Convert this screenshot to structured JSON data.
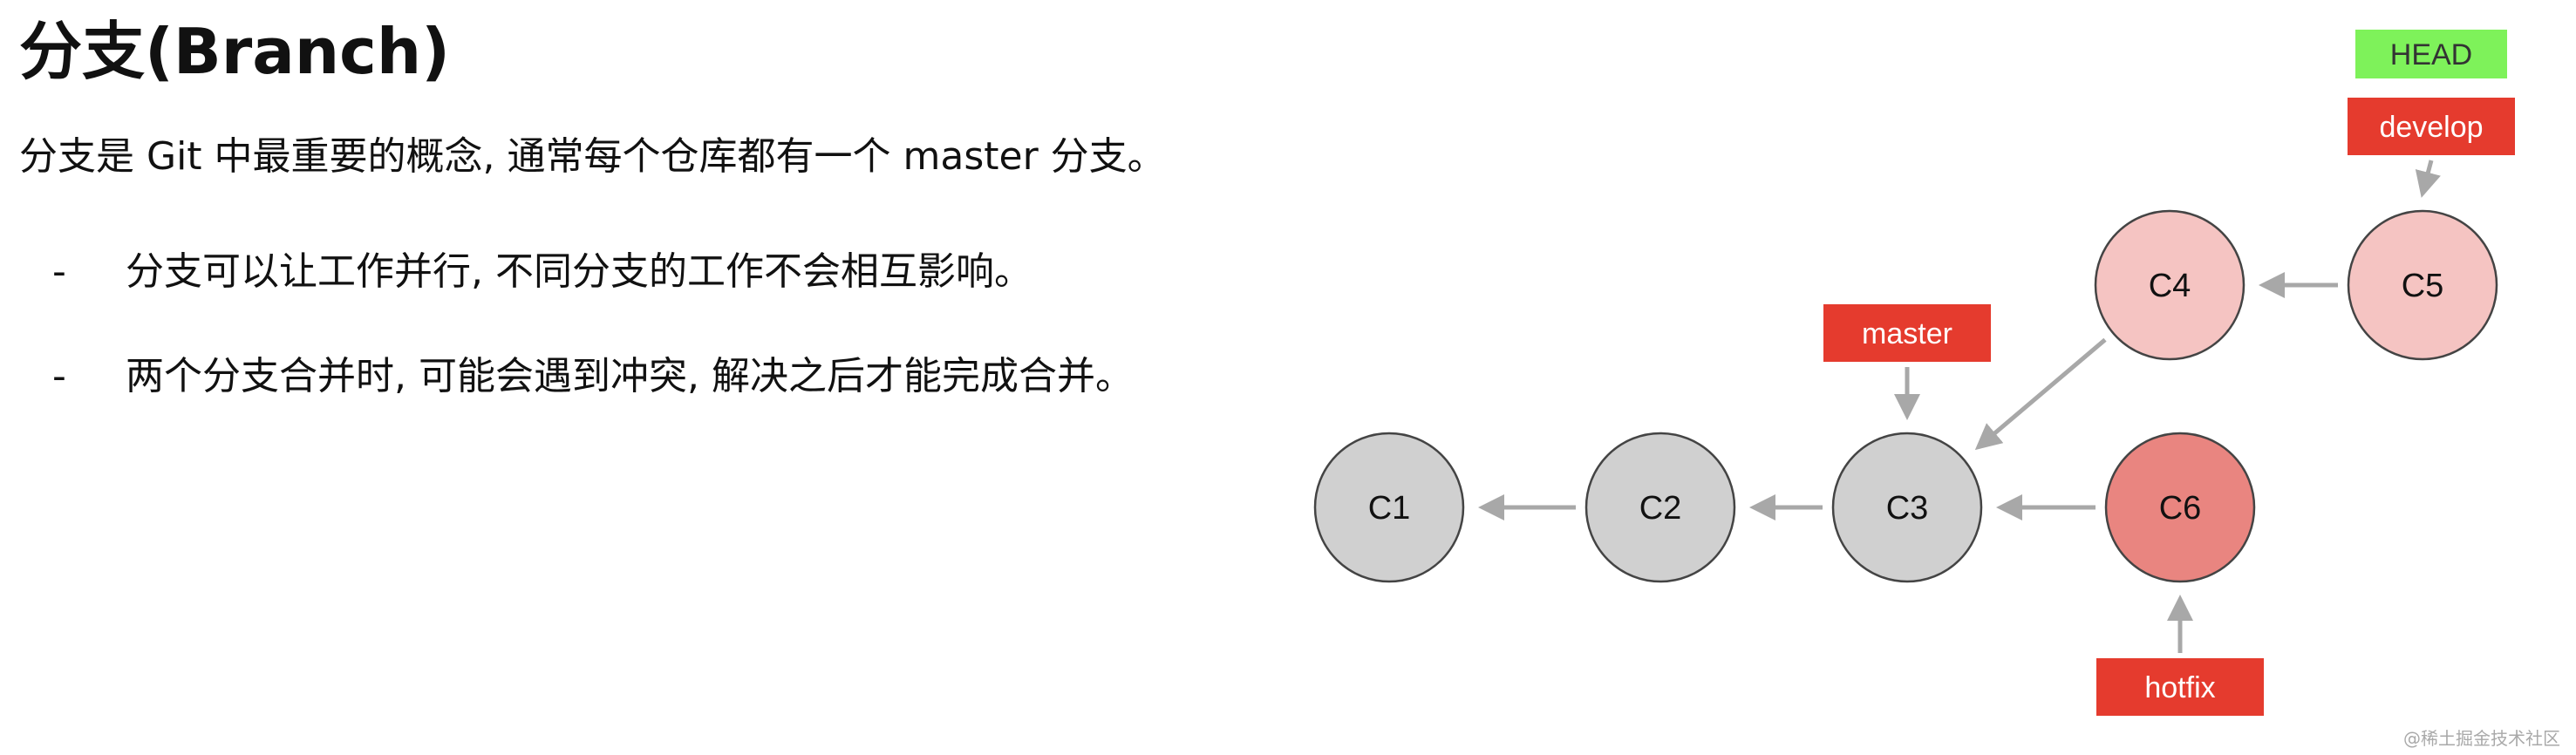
{
  "title": "分支(Branch)",
  "intro": "分支是 Git 中最重要的概念, 通常每个仓库都有一个 master 分支。",
  "bullets": [
    {
      "dash": "-",
      "text": "分支可以让工作并行, 不同分支的工作不会相互影响。"
    },
    {
      "dash": "-",
      "text": "两个分支合并时, 可能会遇到冲突, 解决之后才能完成合并。"
    }
  ],
  "graph": {
    "commits": [
      {
        "id": "C1",
        "label": "C1",
        "color": "#d0d0d0"
      },
      {
        "id": "C2",
        "label": "C2",
        "color": "#d0d0d0"
      },
      {
        "id": "C3",
        "label": "C3",
        "color": "#d0d0d0"
      },
      {
        "id": "C4",
        "label": "C4",
        "color": "#f5c4c2"
      },
      {
        "id": "C5",
        "label": "C5",
        "color": "#f5c4c2"
      },
      {
        "id": "C6",
        "label": "C6",
        "color": "#e98580"
      }
    ],
    "edges": [
      {
        "from": "C2",
        "to": "C1"
      },
      {
        "from": "C3",
        "to": "C2"
      },
      {
        "from": "C4",
        "to": "C3"
      },
      {
        "from": "C5",
        "to": "C4"
      },
      {
        "from": "C6",
        "to": "C3"
      }
    ],
    "refs": [
      {
        "id": "HEAD",
        "label": "HEAD",
        "color": "#7ef25a",
        "text_color": "#333333"
      },
      {
        "id": "develop",
        "label": "develop",
        "color": "#e53b2e",
        "text_color": "#ffffff"
      },
      {
        "id": "master",
        "label": "master",
        "color": "#e53b2e",
        "text_color": "#ffffff"
      },
      {
        "id": "hotfix",
        "label": "hotfix",
        "color": "#e53b2e",
        "text_color": "#ffffff"
      }
    ],
    "ref_arrows": [
      {
        "from": "develop",
        "to": "C5"
      },
      {
        "from": "master",
        "to": "C3"
      },
      {
        "from": "hotfix",
        "to": "C6"
      }
    ],
    "colors": {
      "node_stroke": "#444444",
      "edge": "#a8a8a8",
      "node_text": "#111111"
    }
  },
  "watermark": "@稀土掘金技术社区"
}
